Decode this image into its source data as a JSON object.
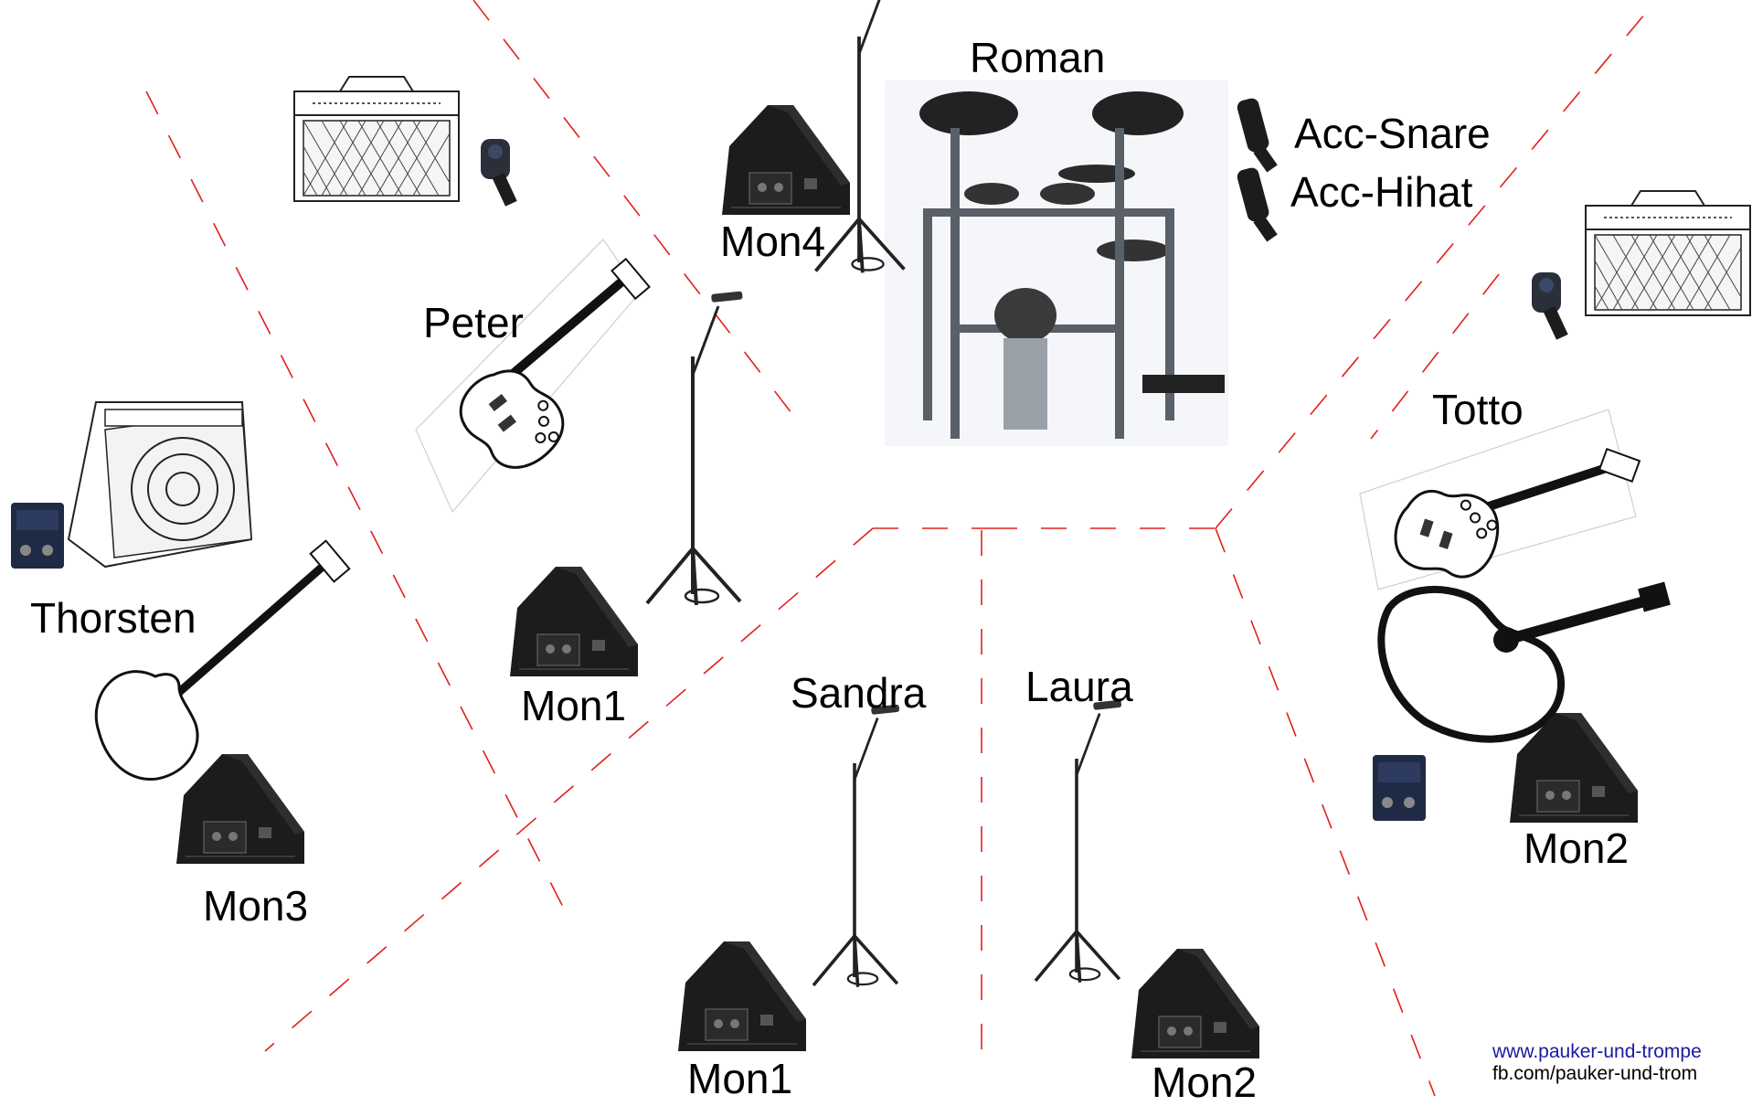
{
  "musicians": {
    "roman": "Roman",
    "peter": "Peter",
    "thorsten": "Thorsten",
    "totto": "Totto",
    "sandra": "Sandra",
    "laura": "Laura"
  },
  "mics": {
    "acc_snare": "Acc-Snare",
    "acc_hihat": "Acc-Hihat"
  },
  "monitors": {
    "mon4": "Mon4",
    "mon1_peter": "Mon1",
    "mon3": "Mon3",
    "mon2_totto": "Mon2",
    "mon1_sandra": "Mon1",
    "mon2_laura": "Mon2"
  },
  "credits": {
    "website": "www.pauker-und-trompe",
    "facebook": "fb.com/pauker-und-trom"
  },
  "colors": {
    "divider": "#e0201e",
    "gear": "#1c1c1c",
    "text": "#000000",
    "link": "#1a1aa0"
  }
}
